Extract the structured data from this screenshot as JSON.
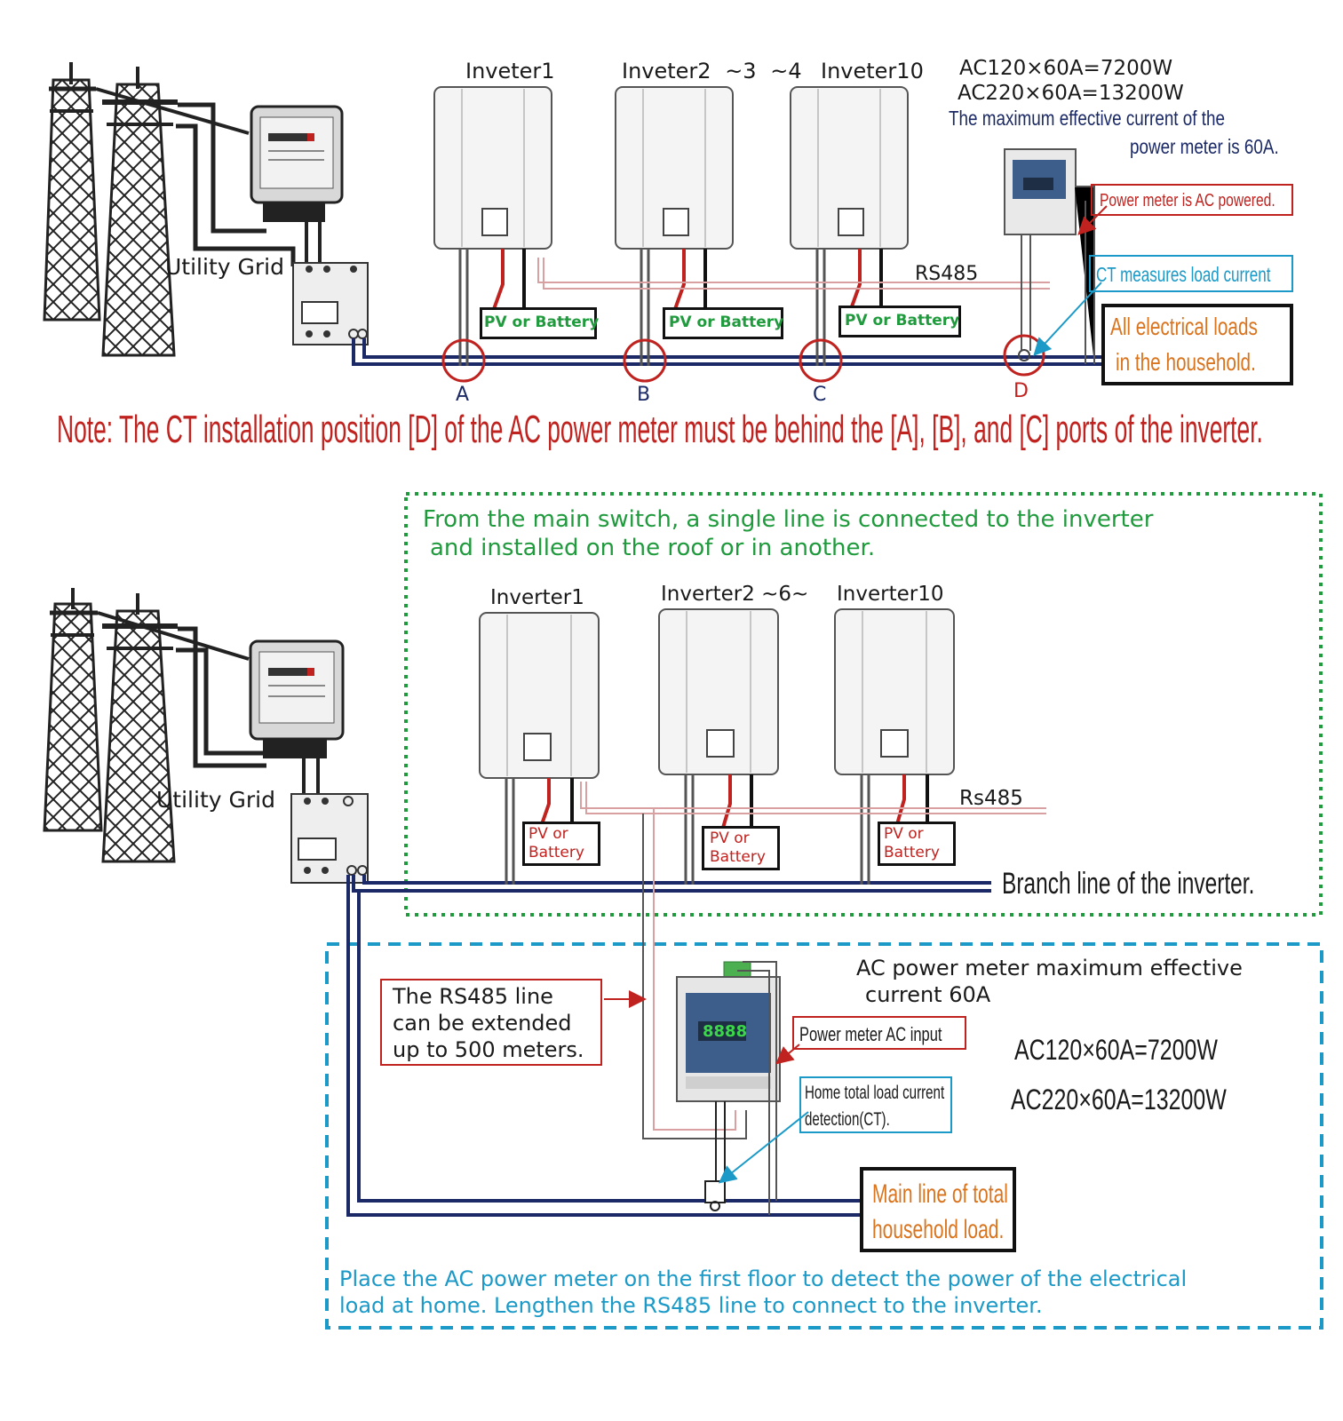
{
  "colors": {
    "navy": "#1b2a66",
    "red": "#c0231f",
    "green": "#1f9a3c",
    "cyan": "#1b9ac8",
    "orange": "#d9741f",
    "rs485": "#d8a0a0"
  },
  "top": {
    "utility_grid": "Utility Grid",
    "inverter1": "Inveter1",
    "inverter2": "Inveter2 ~3 ~4",
    "inverter10": "Inveter10",
    "ac120": "AC120×60A=7200W",
    "ac220": "AC220×60A=13200W",
    "max_current_1": "The maximum effective current of the",
    "max_current_2": "power meter is 60A.",
    "meter_powered": "Power meter is AC powered.",
    "rs485": "RS485",
    "ct_measures": "CT measures load current",
    "loads_1": "All electrical loads",
    "loads_2": "in the household.",
    "pv1": "PV or Battery",
    "pv2": "PV or Battery",
    "pv3": "PV or Battery",
    "point_a": "A",
    "point_b": "B",
    "point_c": "C",
    "point_d": "D",
    "note": "Note: The CT installation position [D] of the AC power meter must be behind the [A], [B], and [C] ports of the inverter."
  },
  "bottom": {
    "green_note_1": "From the main switch, a single line is connected to the inverter",
    "green_note_2": "and installed on the roof or in another.",
    "utility_grid": "Utility Grid",
    "inverter1": "Inverter1",
    "inverter2": "Inverter2 ~6~",
    "inverter10": "Inverter10",
    "rs485": "Rs485",
    "pv1_a": "PV or",
    "pv1_b": "Battery",
    "pv2_a": "PV or",
    "pv2_b": "Battery",
    "pv3_a": "PV or",
    "pv3_b": "Battery",
    "branch_line": "Branch line of the inverter.",
    "rs485_ext_1": "The RS485 line",
    "rs485_ext_2": "can be extended",
    "rs485_ext_3": "up to 500 meters.",
    "meter_max_1": "AC power meter maximum effective",
    "meter_max_2": "current 60A",
    "meter_ac_input": "Power meter AC input",
    "ac120": "AC120×60A=7200W",
    "ac220": "AC220×60A=13200W",
    "home_ct_1": "Home total load current",
    "home_ct_2": "detection(CT).",
    "main_line_1": "Main line of total",
    "main_line_2": "household load.",
    "blue_note_1": "Place the AC power meter on the first floor to detect the power of the electrical",
    "blue_note_2": "load at home. Lengthen the RS485 line to connect to the inverter."
  }
}
